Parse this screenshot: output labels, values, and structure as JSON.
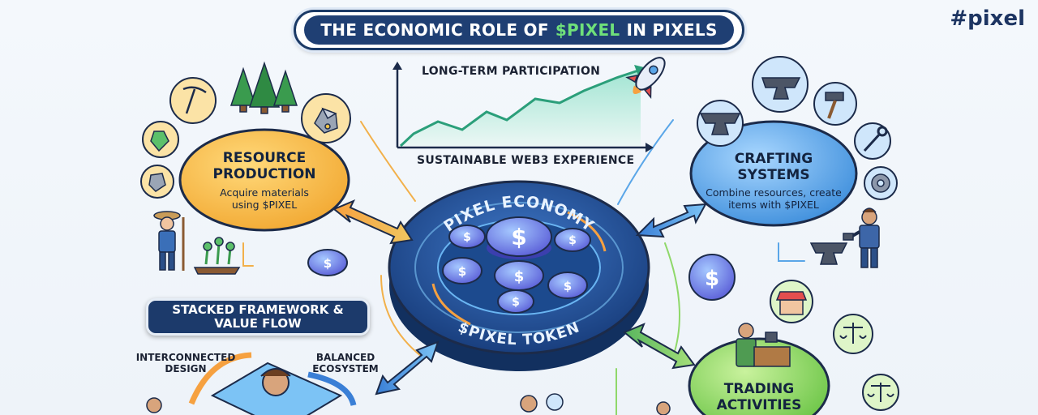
{
  "header": {
    "title_prefix": "THE ECONOMIC ROLE OF",
    "title_token": "$PIXEL",
    "title_suffix": "IN PIXELS",
    "hashtag": "#pixel"
  },
  "chart": {
    "top_label": "LONG-TERM PARTICIPATION",
    "bottom_label": "SUSTAINABLE WEB3 EXPERIENCE"
  },
  "center": {
    "top_text": "PIXEL ECONOMY",
    "bottom_text": "$PIXEL TOKEN"
  },
  "resource": {
    "title_line1": "RESOURCE",
    "title_line2": "PRODUCTION",
    "desc_line1": "Acquire materials",
    "desc_line2": "using $PIXEL"
  },
  "crafting": {
    "title_line1": "CRAFTING",
    "title_line2": "SYSTEMS",
    "desc_line1": "Combine resources, create",
    "desc_line2": "items with $PIXEL"
  },
  "trading": {
    "title_line1": "TRADING",
    "title_line2": "ACTIVITIES"
  },
  "framework": {
    "line1": "STACKED FRAMEWORK &",
    "line2": "VALUE FLOW",
    "left_line1": "INTERCONNECTED",
    "left_line2": "DESIGN",
    "right_line1": "BALANCED",
    "right_line2": "ECOSYSTEM"
  },
  "icons": {
    "coin": "dollar-coin-icon",
    "rocket": "rocket-icon",
    "pickaxe": "pickaxe-icon",
    "trees": "trees-icon",
    "ore": "ore-icon",
    "anvil": "anvil-icon",
    "hammer": "hammer-icon",
    "wrench": "wrench-icon",
    "gear": "gear-icon",
    "scales": "scales-icon",
    "shop": "shop-icon"
  },
  "colors": {
    "navy": "#1f3f73",
    "token_green": "#6fe07a",
    "resource": "#f6b84a",
    "crafting": "#5aa6e8",
    "trading": "#8fd86a",
    "center": "#2e5aa8"
  }
}
